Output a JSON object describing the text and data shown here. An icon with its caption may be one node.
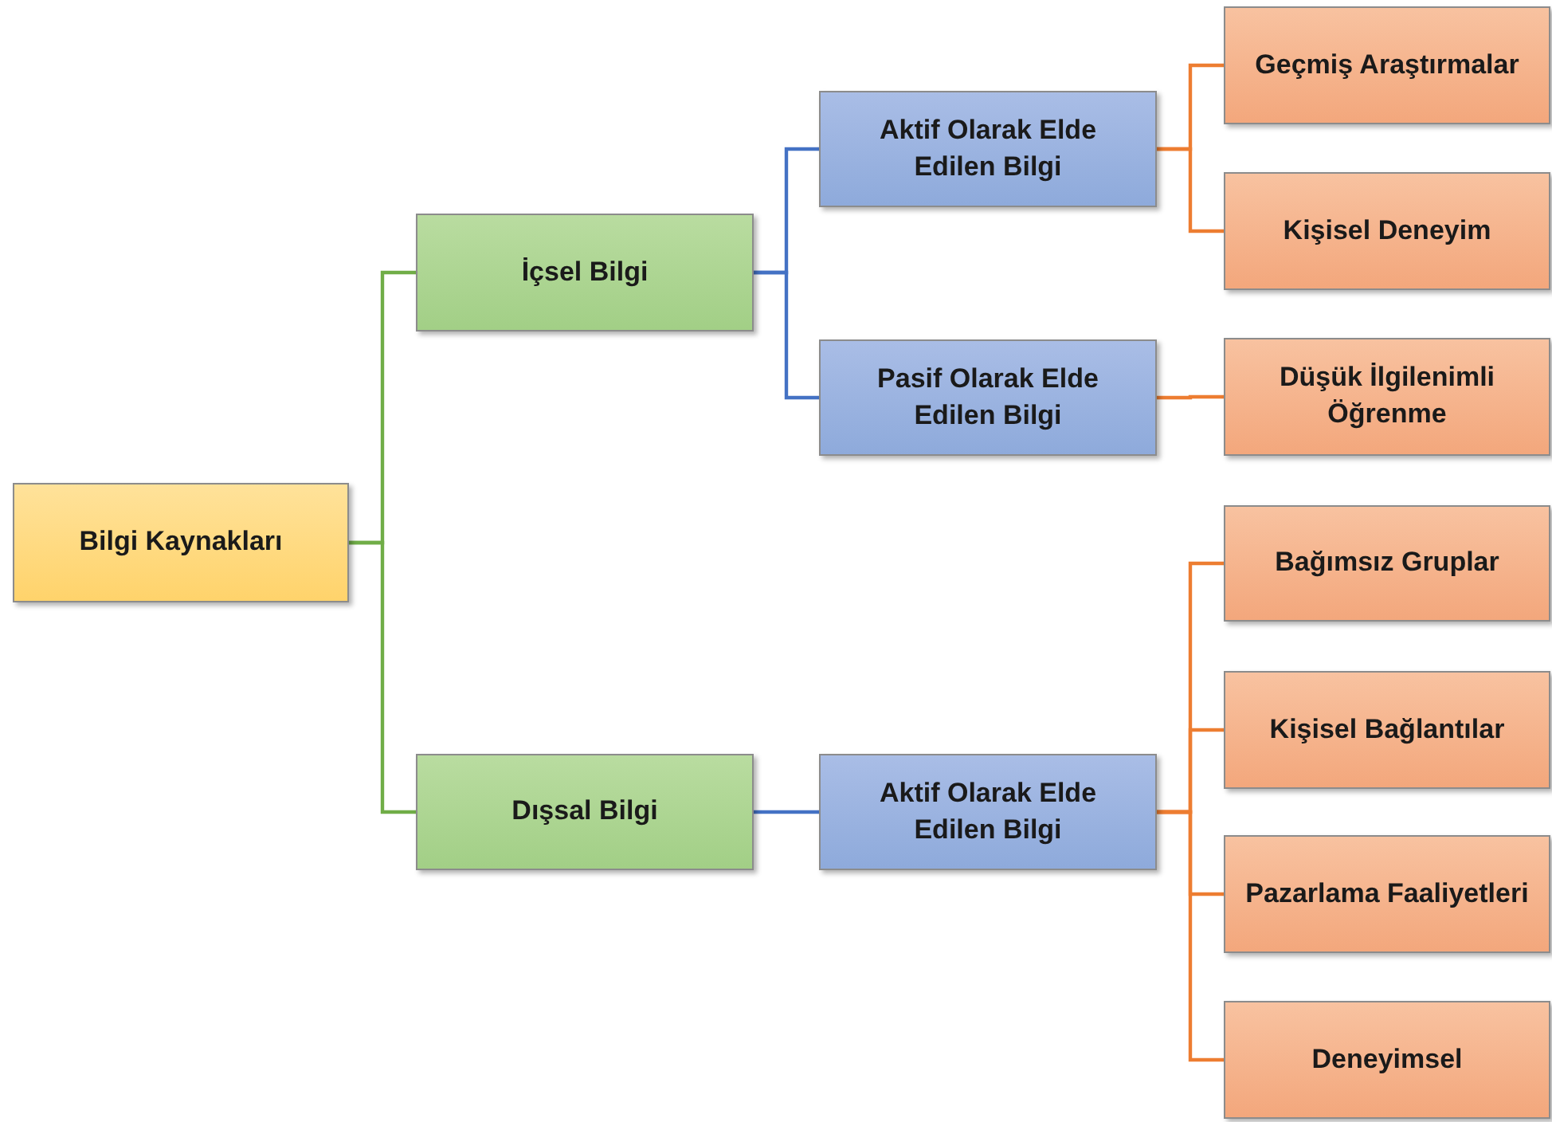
{
  "diagram": {
    "nodes": [
      {
        "text": [
          "Bilgi Kaynakları"
        ]
      },
      {
        "text": [
          "İçsel Bilgi"
        ]
      },
      {
        "text": [
          "Dışsal Bilgi"
        ]
      },
      {
        "text": [
          "Aktif Olarak Elde Edilen Bilgi"
        ]
      },
      {
        "text": [
          "Pasif Olarak Elde Edilen Bilgi"
        ]
      },
      {
        "text": [
          "Aktif Olarak Elde Edilen Bilgi"
        ]
      },
      {
        "text": [
          "Geçmiş Araştırmalar"
        ]
      },
      {
        "text": [
          "Kişisel Deneyim"
        ]
      },
      {
        "text": [
          "Düşük İlgilenimli Öğrenme"
        ]
      },
      {
        "text": [
          "Bağımsız Gruplar"
        ]
      },
      {
        "text": [
          "Kişisel Bağlantılar"
        ]
      },
      {
        "text": [
          "Pazarlama Faaliyetleri"
        ]
      },
      {
        "text": [
          "Deneyimsel"
        ]
      }
    ],
    "edges": [
      {
        "from": 0,
        "to": 1,
        "arrow": "none",
        "color": "#70ad47"
      },
      {
        "from": 0,
        "to": 2,
        "arrow": "none",
        "color": "#70ad47"
      },
      {
        "from": 1,
        "to": 3,
        "arrow": "none",
        "color": "#4472c4"
      },
      {
        "from": 1,
        "to": 4,
        "arrow": "none",
        "color": "#4472c4"
      },
      {
        "from": 2,
        "to": 5,
        "arrow": "none",
        "color": "#4472c4"
      },
      {
        "from": 3,
        "to": 6,
        "arrow": "none"
      },
      {
        "from": 3,
        "to": 7,
        "arrow": "none"
      },
      {
        "from": 4,
        "to": 8,
        "arrow": "none"
      },
      {
        "from": 5,
        "to": 9,
        "arrow": "none"
      },
      {
        "from": 5,
        "to": 10,
        "arrow": "none"
      },
      {
        "from": 5,
        "to": 11,
        "arrow": "none"
      },
      {
        "from": 5,
        "to": 12,
        "arrow": "none"
      }
    ]
  }
}
